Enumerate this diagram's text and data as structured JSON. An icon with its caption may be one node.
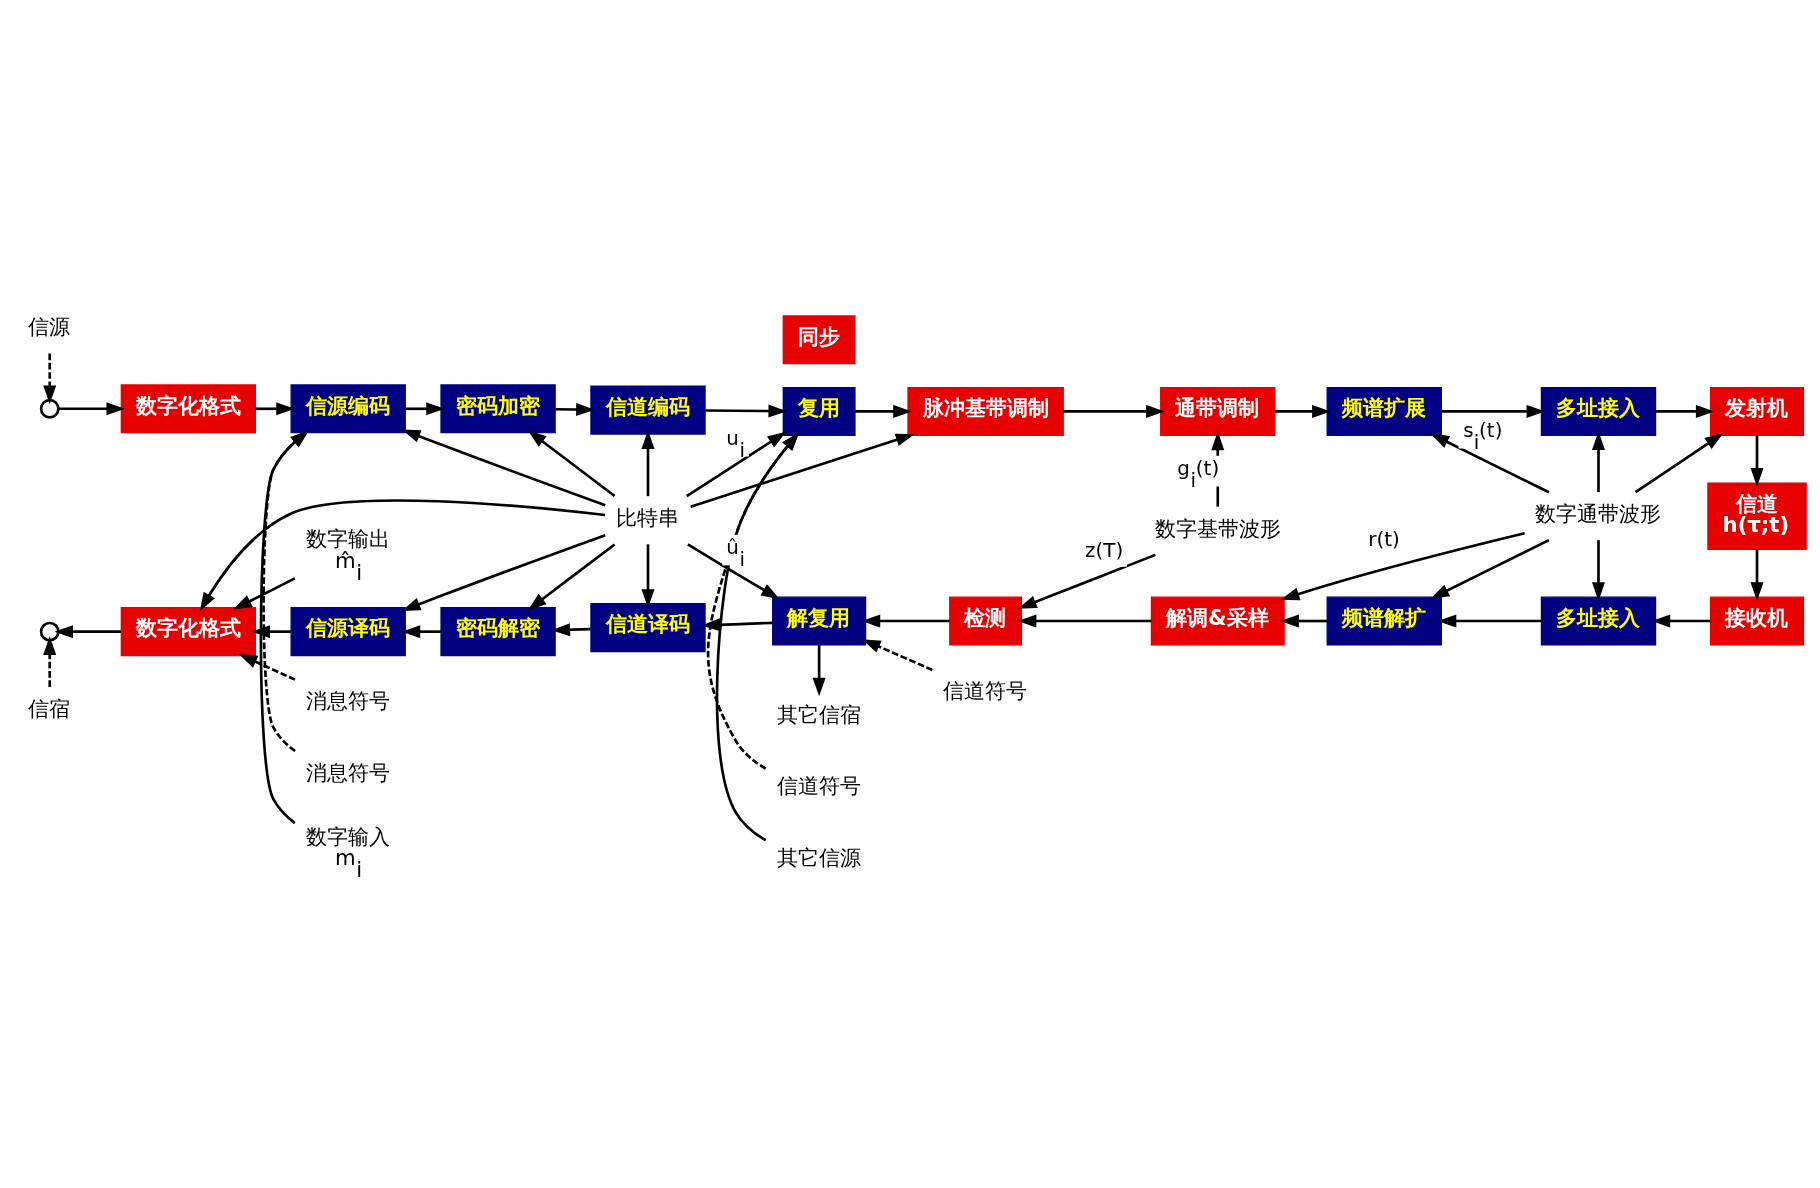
{
  "diagram": {
    "nodes": [
      {
        "text": [
          "信源"
        ]
      },
      {
        "text": [
          "消息符号"
        ]
      },
      {
        "text": [
          "信道符号"
        ]
      },
      {
        "text": [
          "其它信源"
        ]
      },
      {
        "text": [],
        "shape": "circle"
      },
      {
        "text": [
          "数字化格式"
        ]
      },
      {
        "text": [
          "信源编码"
        ]
      },
      {
        "text": [
          "密码加密"
        ]
      },
      {
        "text": [
          "信道编码"
        ]
      },
      {
        "text": [
          "复用"
        ]
      },
      {
        "text": [
          "脉冲基带调制"
        ]
      },
      {
        "text": [
          "通带调制"
        ]
      },
      {
        "text": [
          "频谱扩展"
        ]
      },
      {
        "text": [
          "多址接入"
        ]
      },
      {
        "text": [
          "发射机"
        ]
      },
      {
        "text": [
          "数字输入",
          "m$_{i}$"
        ]
      },
      {
        "text": [
          "信道",
          "h(τ;t)"
        ]
      },
      {
        "text": [
          "比特串"
        ]
      },
      {
        "text": [
          "同步"
        ]
      },
      {
        "text": [
          "数字基带波形"
        ]
      },
      {
        "text": [
          "数字通带波形"
        ]
      },
      {
        "text": [
          "数字输出",
          "m̂$_{i}$"
        ]
      },
      {
        "text": [],
        "shape": "circle"
      },
      {
        "text": [
          "数字化格式"
        ]
      },
      {
        "text": [
          "信源译码"
        ]
      },
      {
        "text": [
          "密码解密"
        ]
      },
      {
        "text": [
          "信道译码"
        ]
      },
      {
        "text": [
          "解复用"
        ]
      },
      {
        "text": [
          "检测"
        ]
      },
      {
        "text": [
          "解调&采样"
        ]
      },
      {
        "text": [
          "频谱解扩"
        ]
      },
      {
        "text": [
          "多址接入"
        ]
      },
      {
        "text": [
          "接收机"
        ]
      },
      {
        "text": [
          "信宿"
        ]
      },
      {
        "text": [
          "消息符号"
        ]
      },
      {
        "text": [
          "其它信宿"
        ]
      },
      {
        "text": [
          "信道符号"
        ]
      }
    ],
    "edges": [
      {
        "from": 4,
        "to": 5,
        "arrow": "to"
      },
      {
        "from": 5,
        "to": 6,
        "arrow": "to"
      },
      {
        "from": 6,
        "to": 7,
        "arrow": "to"
      },
      {
        "from": 7,
        "to": 8,
        "arrow": "to"
      },
      {
        "from": 8,
        "to": 9,
        "arrow": "to"
      },
      {
        "from": 9,
        "to": 10,
        "arrow": "to"
      },
      {
        "from": 10,
        "to": 11,
        "arrow": "to"
      },
      {
        "from": 11,
        "to": 12,
        "arrow": "to"
      },
      {
        "from": 12,
        "to": 13,
        "arrow": "to"
      },
      {
        "from": 13,
        "to": 14,
        "arrow": "to"
      },
      {
        "from": 14,
        "to": 16,
        "arrow": "to"
      },
      {
        "from": 16,
        "to": 32,
        "arrow": "to"
      },
      {
        "from": 32,
        "to": 31,
        "arrow": "to"
      },
      {
        "from": 31,
        "to": 30,
        "arrow": "to"
      },
      {
        "from": 30,
        "to": 29,
        "arrow": "to"
      },
      {
        "from": 29,
        "to": 28,
        "arrow": "to"
      },
      {
        "from": 28,
        "to": 27,
        "arrow": "to"
      },
      {
        "from": 27,
        "to": 26,
        "arrow": "to"
      },
      {
        "from": 26,
        "to": 25,
        "arrow": "to"
      },
      {
        "from": 25,
        "to": 24,
        "arrow": "to"
      },
      {
        "from": 24,
        "to": 23,
        "arrow": "to"
      },
      {
        "from": 23,
        "to": 22,
        "arrow": "to"
      },
      {
        "from": 0,
        "to": 4,
        "arrow": "to",
        "style": "dashed"
      },
      {
        "from": 1,
        "to": 6,
        "arrow": "to",
        "style": "dashed"
      },
      {
        "from": 2,
        "to": 9,
        "arrow": "to",
        "style": "dashed"
      },
      {
        "from": 3,
        "to": 9,
        "arrow": "to"
      },
      {
        "from": 15,
        "to": 6,
        "arrow": "to"
      },
      {
        "from": 17,
        "to": 6,
        "arrow": "to"
      },
      {
        "from": 17,
        "to": 7,
        "arrow": "to"
      },
      {
        "from": 17,
        "to": 8,
        "arrow": "to"
      },
      {
        "from": 17,
        "to": 9,
        "arrow": "to",
        "label": "u$_{i}$"
      },
      {
        "from": 17,
        "to": 10,
        "arrow": "to"
      },
      {
        "from": 19,
        "to": 11,
        "arrow": "to",
        "label": "g$_{i}$(t)"
      },
      {
        "from": 20,
        "to": 12,
        "arrow": "to",
        "label": "s$_{i}$(t)"
      },
      {
        "from": 20,
        "to": 13,
        "arrow": "to"
      },
      {
        "from": 20,
        "to": 14,
        "arrow": "to"
      },
      {
        "from": 19,
        "to": 28,
        "arrow": "to",
        "label": "z(T)"
      },
      {
        "from": 20,
        "to": 29,
        "arrow": "to",
        "label": "r(t)"
      },
      {
        "from": 20,
        "to": 30,
        "arrow": "to"
      },
      {
        "from": 20,
        "to": 31,
        "arrow": "to"
      },
      {
        "from": 17,
        "to": 23,
        "arrow": "to"
      },
      {
        "from": 17,
        "to": 24,
        "arrow": "to"
      },
      {
        "from": 17,
        "to": 25,
        "arrow": "to"
      },
      {
        "from": 17,
        "to": 26,
        "arrow": "to"
      },
      {
        "from": 17,
        "to": 27,
        "arrow": "to",
        "label": "û$_{i}$"
      },
      {
        "from": 21,
        "to": 23,
        "arrow": "to"
      },
      {
        "from": 33,
        "to": 22,
        "arrow": "to",
        "style": "dashed"
      },
      {
        "from": 34,
        "to": 23,
        "arrow": "to",
        "style": "dashed"
      },
      {
        "from": 27,
        "to": 35,
        "arrow": "to"
      },
      {
        "from": 36,
        "to": 27,
        "arrow": "to",
        "style": "dashed"
      }
    ]
  }
}
